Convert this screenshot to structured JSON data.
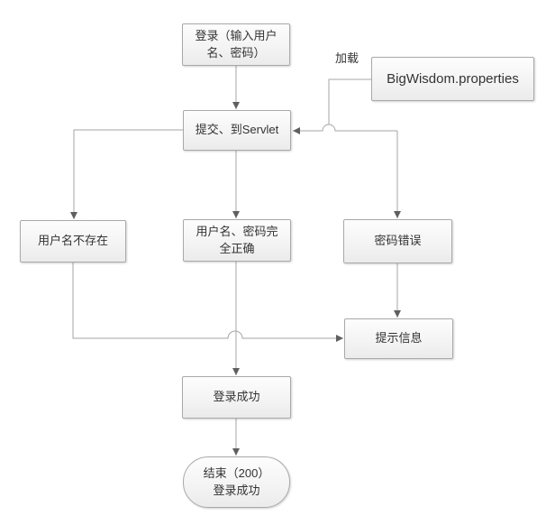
{
  "diagram": {
    "type": "flowchart",
    "background": "#ffffff",
    "colors": {
      "line": "#a6a6a6",
      "arrow": "#5f5f5f",
      "node_border": "#a9a9a9",
      "node_fill_top": "#fdfdfd",
      "node_fill_bottom": "#ebebeb",
      "text": "#333333"
    },
    "nodes": {
      "start": {
        "label": "登录（输入用户\n名、密码）"
      },
      "submit": {
        "label": "提交、到Servlet"
      },
      "properties_file": {
        "label": "BigWisdom.properties"
      },
      "user_not_exist": {
        "label": "用户名不存在"
      },
      "credentials_correct": {
        "label": "用户名、密码完\n全正确"
      },
      "wrong_password": {
        "label": "密码错误"
      },
      "prompt_message": {
        "label": "提示信息"
      },
      "login_success": {
        "label": "登录成功"
      },
      "end_terminal": {
        "label": "结束（200）\n登录成功"
      }
    },
    "edge_labels": {
      "load": "加载"
    }
  }
}
